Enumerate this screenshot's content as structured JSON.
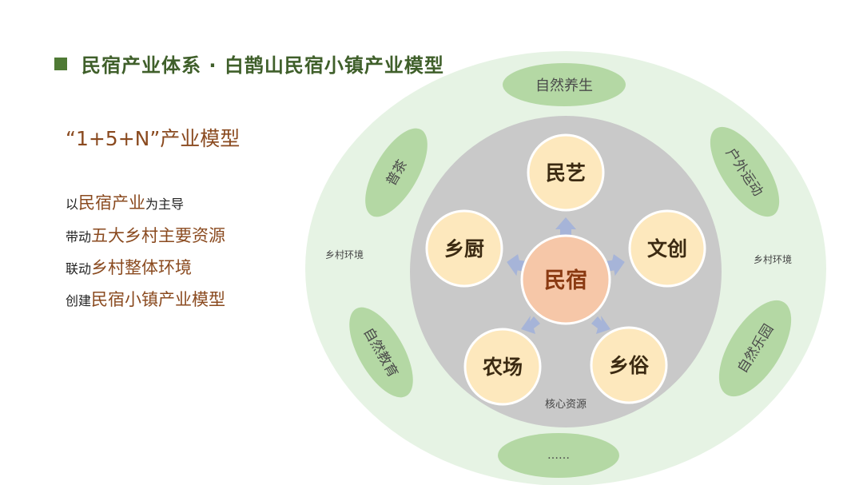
{
  "title": "民宿产业体系 · 白鹊山民宿小镇产业模型",
  "model_name": "“1+5+N”产业模型",
  "description": [
    {
      "prefix": "以",
      "highlight": "民宿产业",
      "suffix": "为主导"
    },
    {
      "prefix": "带动",
      "highlight": "五大乡村主要资源",
      "suffix": ""
    },
    {
      "prefix": "联动",
      "highlight": "乡村整体环境",
      "suffix": ""
    },
    {
      "prefix": "创建",
      "highlight": "民宿小镇产业模型",
      "suffix": ""
    }
  ],
  "diagram": {
    "center": "民宿",
    "core_resources": [
      "民艺",
      "文创",
      "乡俗",
      "农场",
      "乡厨"
    ],
    "core_label": "核心资源",
    "environment_label_left": "乡村环境",
    "environment_label_right": "乡村环境",
    "outer_items": [
      "自然养生",
      "户外运动",
      "自然乐园",
      "……",
      "自然教育",
      "普茶"
    ]
  },
  "colors": {
    "title_green": "#3f5f2a",
    "accent_brown": "#8a4a1f",
    "outer_ring": "#e6f3e4",
    "core_gray": "#c9c9c9",
    "resource_fill": "#fde8bd",
    "center_fill": "#f6c7a8",
    "pill_green": "#b4d8a4",
    "arrow_blue": "#a6b4d8"
  }
}
